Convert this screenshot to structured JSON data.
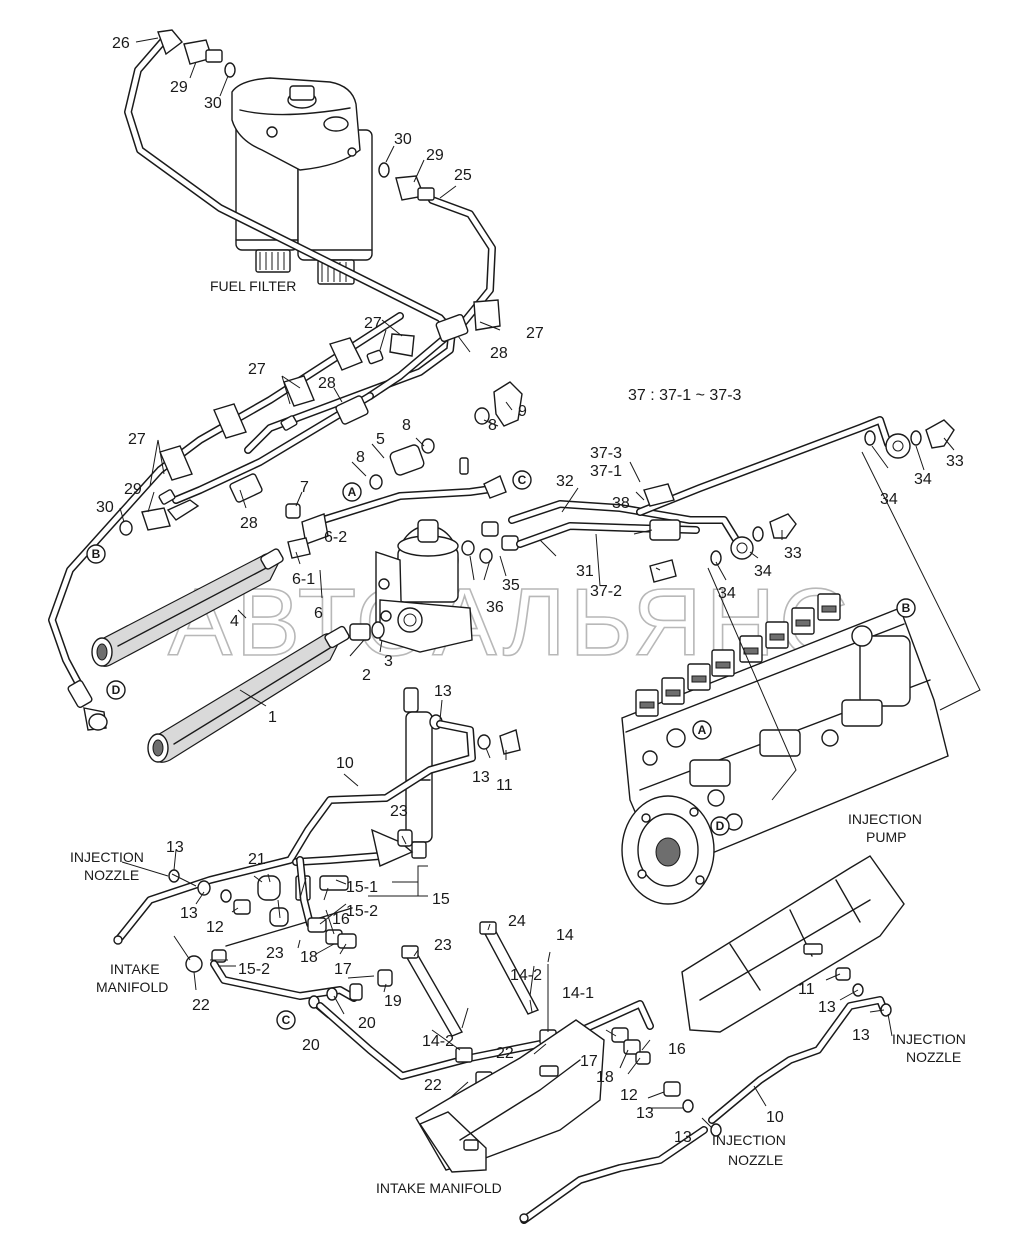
{
  "captions": {
    "fuel_filter": "FUEL FILTER",
    "injection_pump_1": "INJECTION",
    "injection_pump_2": "PUMP",
    "injection_nozzle_1": "INJECTION",
    "injection_nozzle_2": "NOZZLE",
    "intake_manifold": "INTAKE MANIFOLD",
    "intake_manifold_1": "INTAKE",
    "intake_manifold_2": "MANIFOLD",
    "note_37": "37 : 37-1 ~ 37-3"
  },
  "markers": {
    "a": "A",
    "b": "B",
    "c": "C",
    "d": "D"
  },
  "watermark": "АВТОАЛЬЯНС",
  "parts": {
    "p1": "1",
    "p2": "2",
    "p3": "3",
    "p4": "4",
    "p5": "5",
    "p6": "6",
    "p6_1": "6-1",
    "p6_2": "6-2",
    "p7": "7",
    "p8": "8",
    "p9": "9",
    "p10": "10",
    "p11": "11",
    "p12": "12",
    "p13": "13",
    "p14": "14",
    "p14_1": "14-1",
    "p14_2": "14-2",
    "p15": "15",
    "p15_1": "15-1",
    "p15_2": "15-2",
    "p16": "16",
    "p17": "17",
    "p18": "18",
    "p19": "19",
    "p20": "20",
    "p21": "21",
    "p22": "22",
    "p23": "23",
    "p24": "24",
    "p25": "25",
    "p26": "26",
    "p27": "27",
    "p28": "28",
    "p29": "29",
    "p30": "30",
    "p31": "31",
    "p32": "32",
    "p33": "33",
    "p34": "34",
    "p35": "35",
    "p36": "36",
    "p37_1": "37-1",
    "p37_2": "37-2",
    "p37_3": "37-3",
    "p38": "38"
  }
}
